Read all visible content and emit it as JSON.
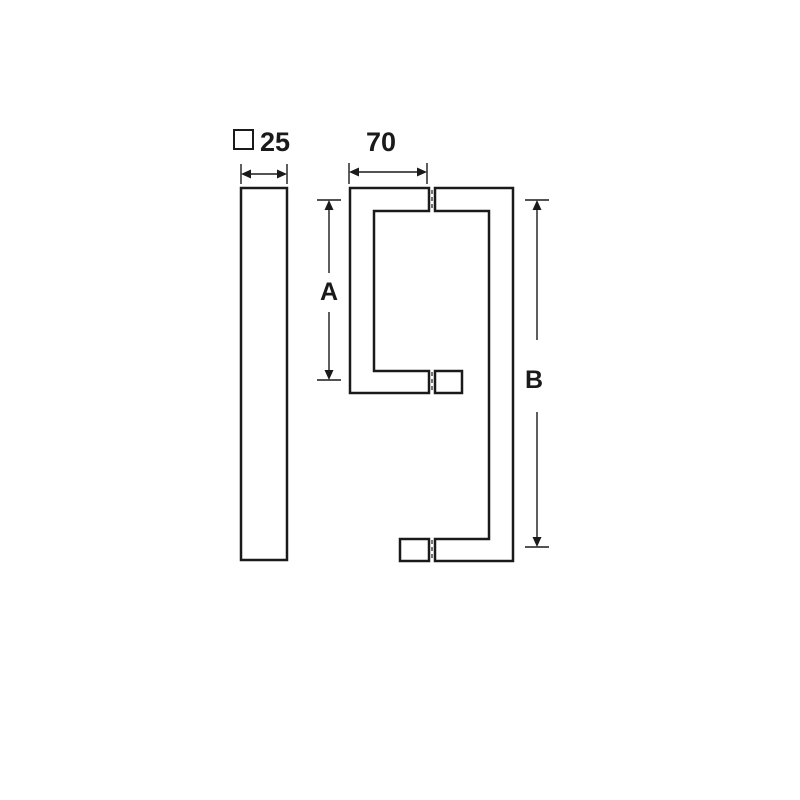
{
  "diagram": {
    "profile_symbol": "□",
    "profile_size": "25",
    "projection": "70",
    "dimension_a": "A",
    "dimension_b": "B",
    "line_color": "#1a1a1a",
    "background": "#ffffff"
  }
}
